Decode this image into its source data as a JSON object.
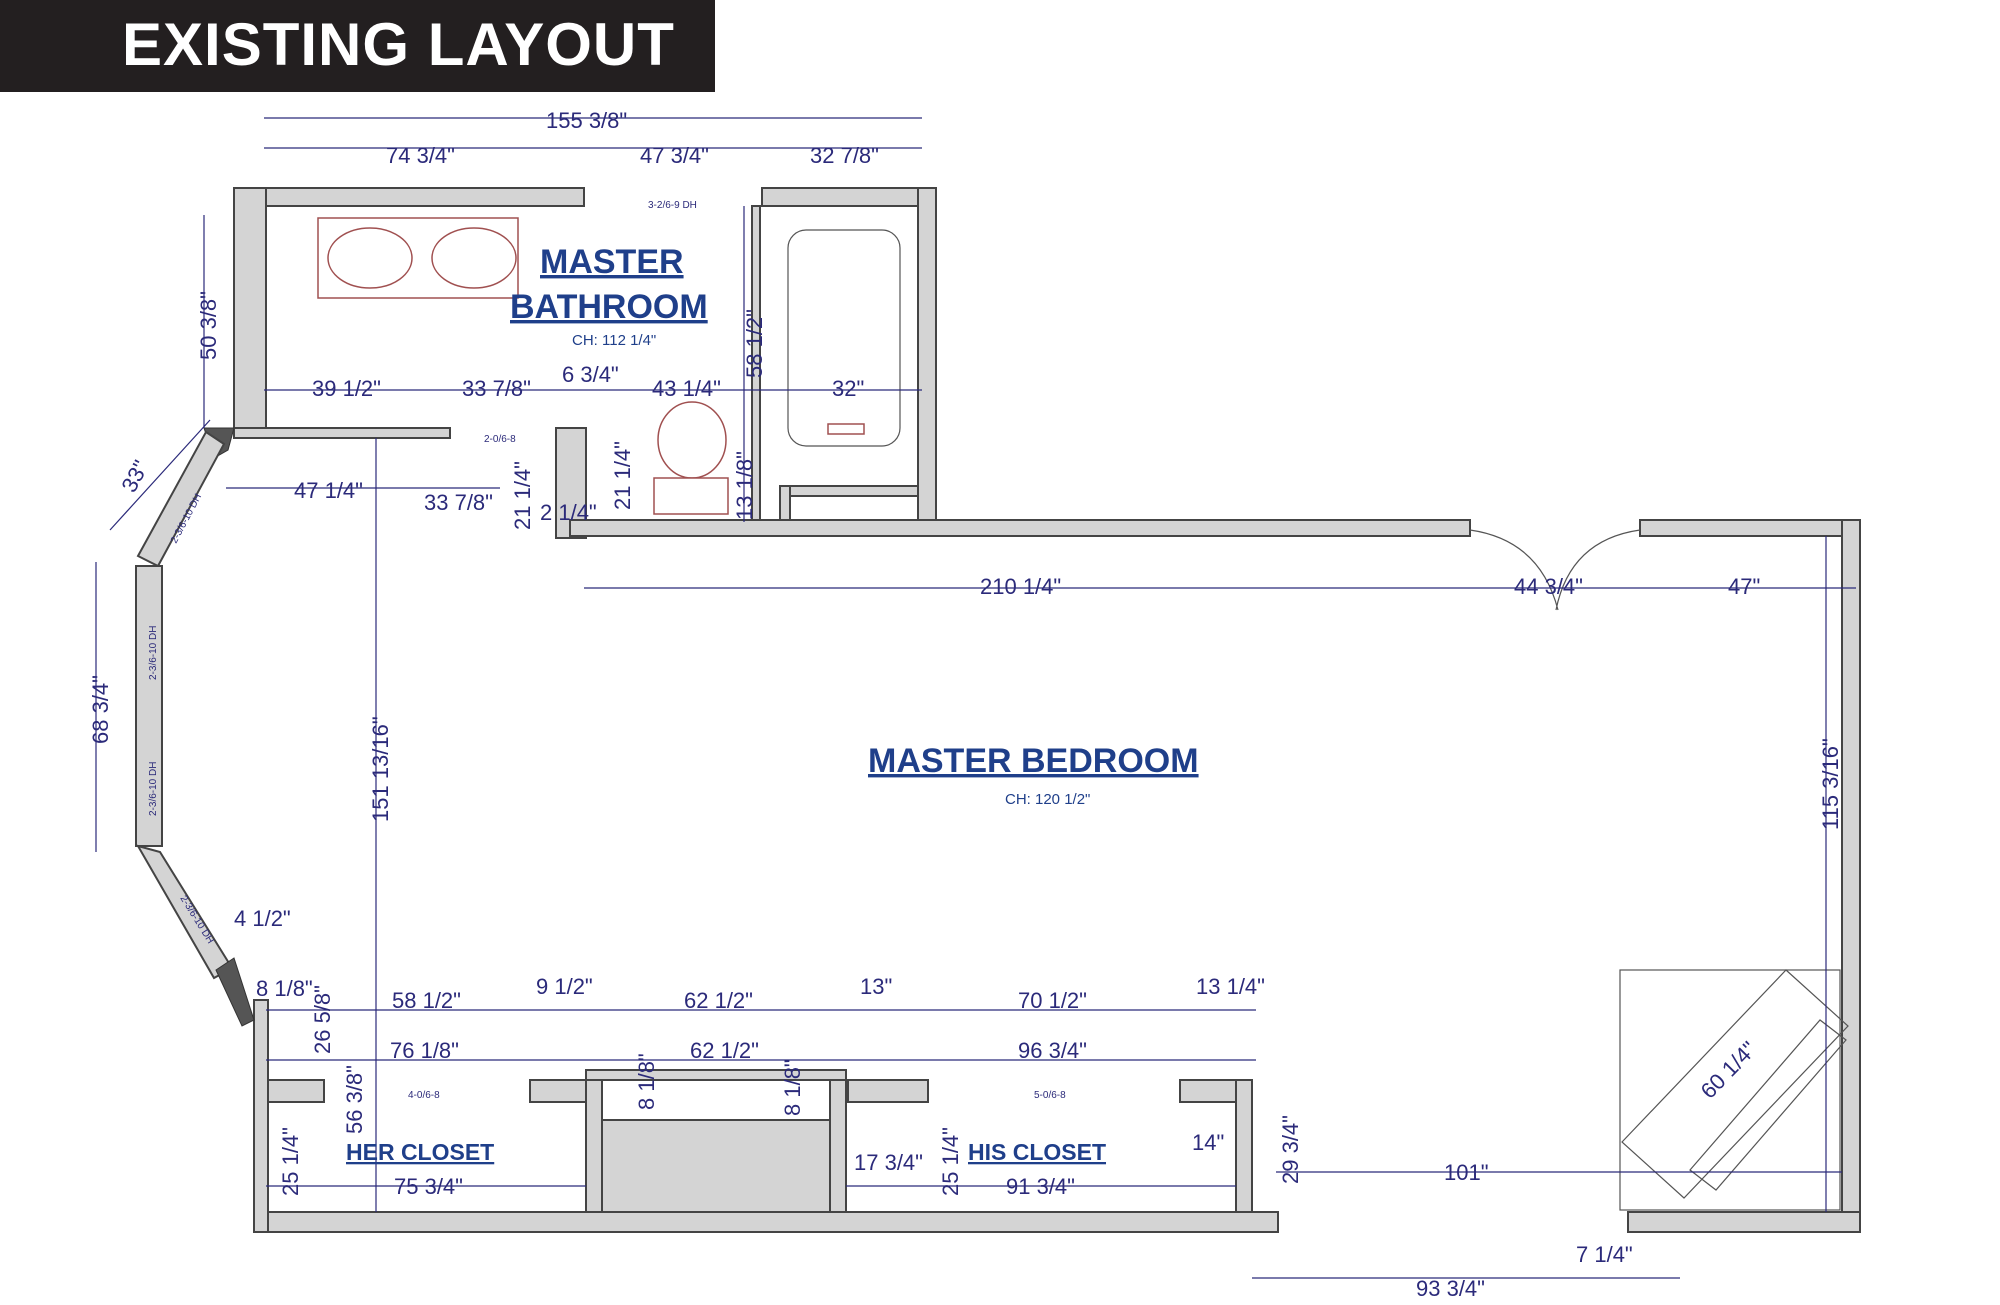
{
  "banner": {
    "title": "EXISTING LAYOUT"
  },
  "rooms": {
    "bathroom": {
      "line1": "MASTER",
      "line2": "BATHROOM",
      "ceiling": "CH: 112 1/4\""
    },
    "bedroom": {
      "name": "MASTER BEDROOM",
      "ceiling": "CH: 120 1/2\""
    },
    "her_closet": {
      "name": "HER CLOSET"
    },
    "his_closet": {
      "name": "HIS CLOSET"
    }
  },
  "dimensions": {
    "top_total": "155 3/8\"",
    "top_left": "74 3/4\"",
    "top_mid": "47 3/4\"",
    "top_right": "32 7/8\"",
    "bath_left_height": "50 3/8\"",
    "bath_vanity_run": "39 1/2\"",
    "bath_run_2": "33 7/8\"",
    "bath_small": "6 3/4\"",
    "bath_toilet_run": "43 1/4\"",
    "bath_tub_width": "32\"",
    "bath_tub_height": "58 1/2\"",
    "bath_tub_low": "13 1/8\"",
    "bay_top": "33\"",
    "hall_run": "47 1/4\"",
    "hall_run_2": "33 7/8\"",
    "wall_v1": "21 1/4\"",
    "wall_v2": "21 1/4\"",
    "wall_small": "2 1/4\"",
    "bedroom_top_run": "210 1/4\"",
    "bedroom_door": "44 3/4\"",
    "bedroom_top_right": "47\"",
    "bay_mid": "68 3/4\"",
    "bedroom_height": "151 13/16\"",
    "bedroom_right_height": "115 3/16\"",
    "bay_small": "4 1/2\"",
    "closet_a": "8 1/8\"",
    "closet_b": "26 5/8\"",
    "closet_run_1": "58 1/2\"",
    "closet_run_2": "9 1/2\"",
    "closet_run_3": "62 1/2\"",
    "closet_run_4": "13\"",
    "closet_run_5": "70 1/2\"",
    "closet_run_6": "13 1/4\"",
    "her_closet_width": "76 1/8\"",
    "center_run": "62 1/2\"",
    "his_closet_width": "96 3/4\"",
    "her_closet_height": "56 3/8\"",
    "center_left": "8 1/8\"",
    "center_right": "8 1/8\"",
    "her_closet_depth": "25 1/4\"",
    "her_closet_bottom": "75 3/4\"",
    "his_small": "17 3/4\"",
    "his_depth": "25 1/4\"",
    "his_closet_bottom": "91 3/4\"",
    "his_right": "14\"",
    "bottom_small_v": "29 3/4\"",
    "bottom_run": "101\"",
    "fireplace": "60 1/4\"",
    "bottom_window": "93 3/4\"",
    "bottom_right": "7 1/4\""
  },
  "windows": {
    "bath_window": "3-2/6-9 DH",
    "door_bath": "2-0/6-8",
    "bay_1": "2-3/6-10 DH",
    "bay_2": "2-3/6-10 DH",
    "bay_3": "2-3/6-10 DH",
    "bay_4": "2-3/6-10 DH",
    "her_door": "4-0/6-8",
    "his_door": "5-0/6-8"
  },
  "colors": {
    "banner": "#231f20",
    "dimension": "#2b2a7a",
    "room_label": "#1f3f8a",
    "wall": "#d4d4d4"
  }
}
